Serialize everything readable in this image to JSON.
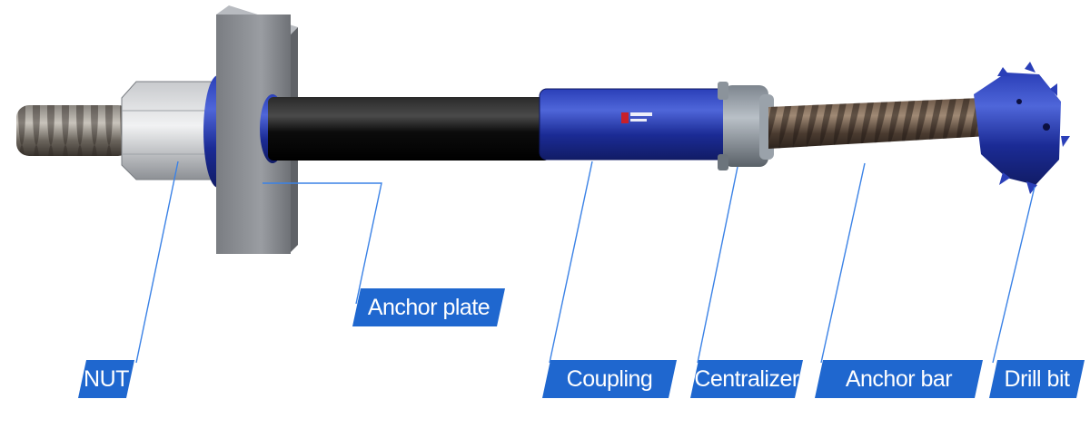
{
  "labels": {
    "nut": "NUT",
    "anchor_plate": "Anchor plate",
    "coupling": "Coupling",
    "centralizer": "Centralizer",
    "anchor_bar": "Anchor bar",
    "drill_bit": "Drill bit"
  },
  "colors": {
    "label_background": "#1f67cf",
    "leader_line": "#3b82e6",
    "coupling_blue": "#1d2fa8",
    "sleeve_black": "#111111",
    "plate_gray": "#8e9196",
    "thread_brown": "#5b4a3d"
  }
}
